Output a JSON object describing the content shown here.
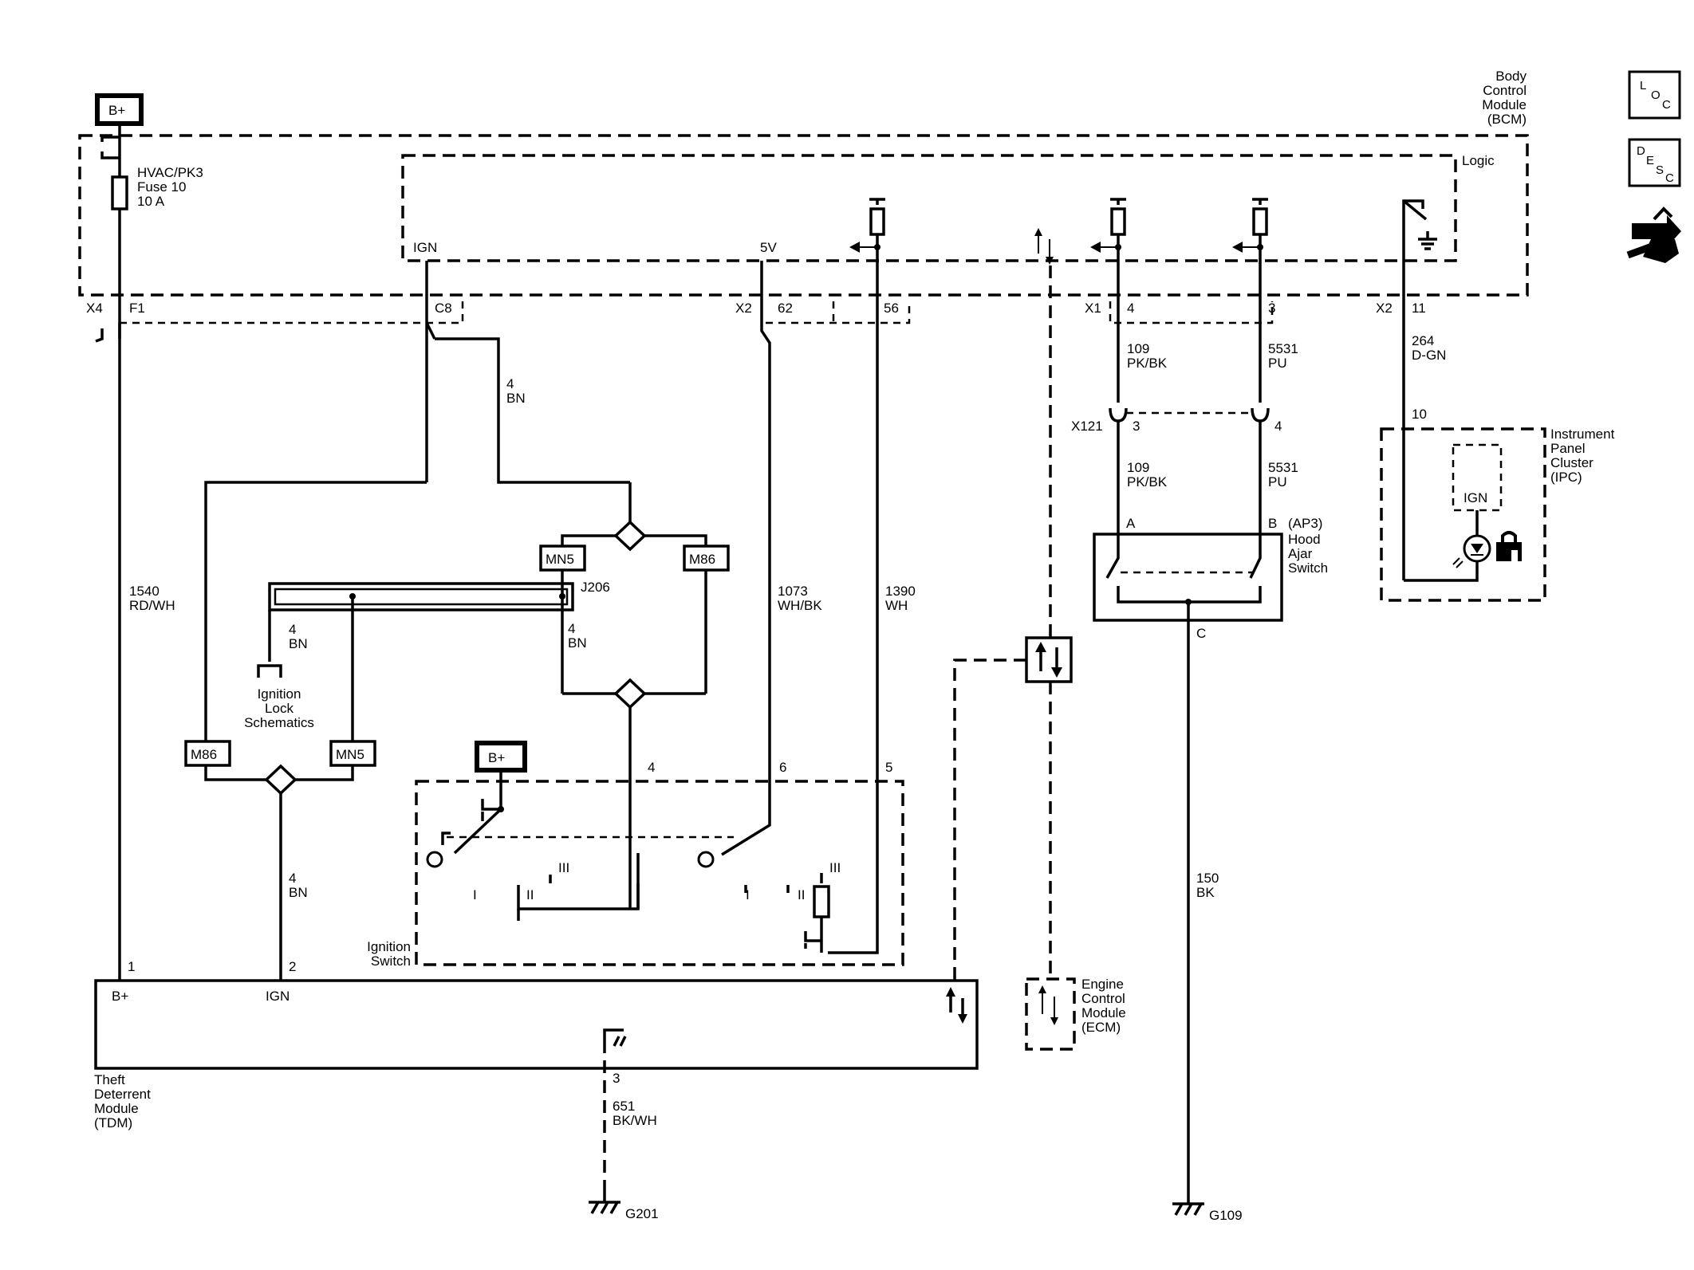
{
  "modules": {
    "bcm": [
      "Body",
      "Control",
      "Module",
      "(BCM)"
    ],
    "logic": "Logic",
    "ipc": [
      "Instrument",
      "Panel",
      "Cluster",
      "(IPC)"
    ],
    "ecm": [
      "Engine",
      "Control",
      "Module",
      "(ECM)"
    ],
    "tdm": [
      "Theft",
      "Deterrent",
      "Module",
      "(TDM)"
    ],
    "ignition_switch": [
      "Ignition",
      "Switch"
    ],
    "hood_switch": [
      "Hood",
      "Ajar",
      "Switch"
    ],
    "ignition_lock": [
      "Ignition",
      "Lock",
      "Schematics"
    ]
  },
  "power": {
    "bplus_top": "B+",
    "bplus_switch": "B+"
  },
  "fuse": [
    "HVAC/PK3",
    "Fuse 10",
    "10 A"
  ],
  "bcm_inputs": {
    "ign": "IGN",
    "five_v": "5V"
  },
  "connectors": {
    "x4": "X4",
    "f1": "F1",
    "c8": "C8",
    "x2a": "X2",
    "pin62": "62",
    "pin56": "56",
    "x1": "X1",
    "pin4": "4",
    "pin3": "3",
    "x2b": "X2",
    "pin11": "11",
    "x121": "X121",
    "x121_3": "3",
    "x121_4": "4",
    "ipc10": "10"
  },
  "wires": {
    "w4bn_a": [
      "4",
      "BN"
    ],
    "w4bn_b": [
      "4",
      "BN"
    ],
    "w4bn_c": [
      "4",
      "BN"
    ],
    "w4bn_d": [
      "4",
      "BN"
    ],
    "w1540": [
      "1540",
      "RD/WH"
    ],
    "w1073": [
      "1073",
      "WH/BK"
    ],
    "w1390": [
      "1390",
      "WH"
    ],
    "w109a": [
      "109",
      "PK/BK"
    ],
    "w109b": [
      "109",
      "PK/BK"
    ],
    "w5531a": [
      "5531",
      "PU"
    ],
    "w5531b": [
      "5531",
      "PU"
    ],
    "w264": [
      "264",
      "D-GN"
    ],
    "w150": [
      "150",
      "BK"
    ],
    "w651": [
      "651",
      "BK/WH"
    ]
  },
  "splices": {
    "mn5_a": "MN5",
    "m86_a": "M86",
    "m86_b": "M86",
    "mn5_b": "MN5",
    "j206": "J206"
  },
  "switch_pins": {
    "p4": "4",
    "p6": "6",
    "p5": "5"
  },
  "switch_positions": {
    "i_a": "I",
    "ii_a": "II",
    "iii_a": "III",
    "i_b": "I",
    "ii_b": "II",
    "iii_b": "III"
  },
  "hood_pins": {
    "a": "A",
    "b": "B",
    "c": "C",
    "ap3": "(AP3)"
  },
  "ipc_ign": "IGN",
  "tdm_pins": {
    "p1": "1",
    "p2": "2",
    "p3": "3",
    "bplus": "B+",
    "ign": "IGN"
  },
  "grounds": {
    "g201": "G201",
    "g109": "G109"
  },
  "side_icons": {
    "loc": [
      "L",
      "O",
      "C"
    ],
    "desc": [
      "D",
      "E",
      "S",
      "C"
    ]
  }
}
